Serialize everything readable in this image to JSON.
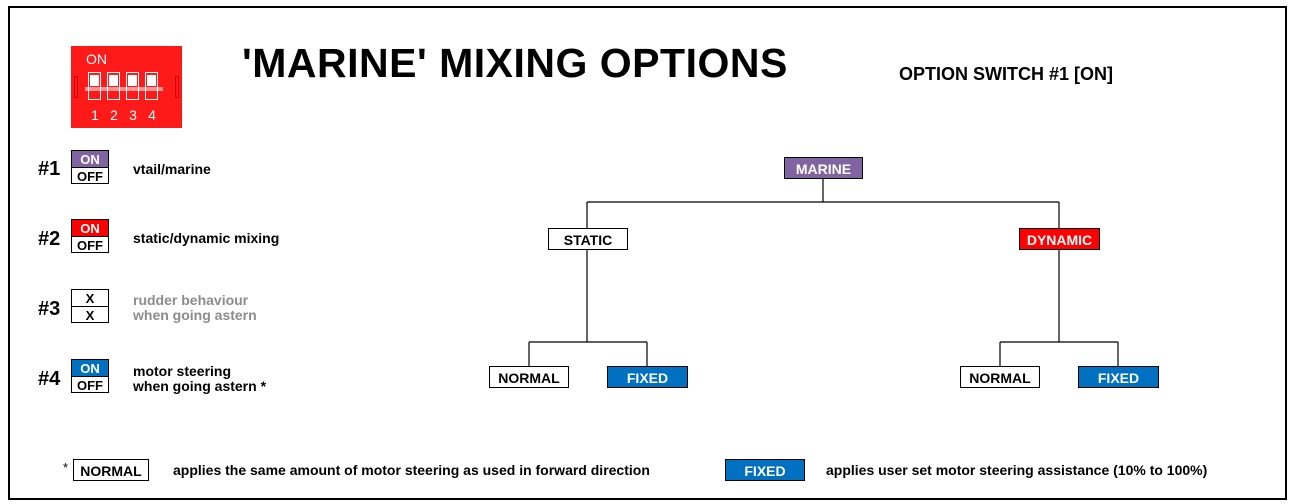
{
  "header": {
    "title": "'MARINE' MIXING OPTIONS",
    "option_switch": "OPTION SWITCH #1 [ON]"
  },
  "dip_switch": {
    "on_label": "ON",
    "numbers": [
      "1",
      "2",
      "3",
      "4"
    ]
  },
  "options": [
    {
      "number": "#1",
      "top": "ON",
      "bottom": "OFF",
      "top_color": "purple",
      "line1": "vtail/marine",
      "line2": ""
    },
    {
      "number": "#2",
      "top": "ON",
      "bottom": "OFF",
      "top_color": "red",
      "line1": "static/dynamic mixing",
      "line2": ""
    },
    {
      "number": "#3",
      "top": "X",
      "bottom": "X",
      "top_color": "white",
      "line1": "rudder behaviour",
      "line2": "when going astern"
    },
    {
      "number": "#4",
      "top": "ON",
      "bottom": "OFF",
      "top_color": "blue",
      "line1": "motor steering",
      "line2": "when going astern *"
    }
  ],
  "tree": {
    "root": "MARINE",
    "static": "STATIC",
    "dynamic": "DYNAMIC",
    "static_normal": "NORMAL",
    "static_fixed": "FIXED",
    "dynamic_normal": "NORMAL",
    "dynamic_fixed": "FIXED"
  },
  "footnote": {
    "star": "*",
    "normal_label": "NORMAL",
    "normal_text": "applies the same amount of motor steering as used in forward direction",
    "fixed_label": "FIXED",
    "fixed_text": "applies user set  motor steering assistance (10% to 100%)"
  },
  "colors": {
    "purple": "#8064a2",
    "red": "#ff0000",
    "blue": "#0070c0"
  }
}
